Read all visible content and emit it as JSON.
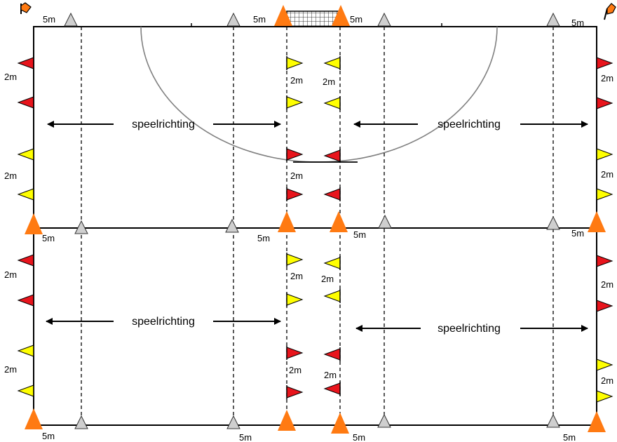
{
  "labels": {
    "dist5": "5m",
    "dist2": "2m",
    "direction": "speelrichting"
  },
  "colors": {
    "red": "#e8141c",
    "yellow": "#ffff00",
    "orange": "#ff7a12",
    "grey": "#cfcfcf",
    "line": "#000000",
    "circle": "#808080",
    "arrow": "#000000"
  },
  "icons": {
    "corner_flag": "corner-flag-icon",
    "goal": "goal-net-icon",
    "cone": "cone-icon",
    "pennant": "pennant-icon"
  }
}
